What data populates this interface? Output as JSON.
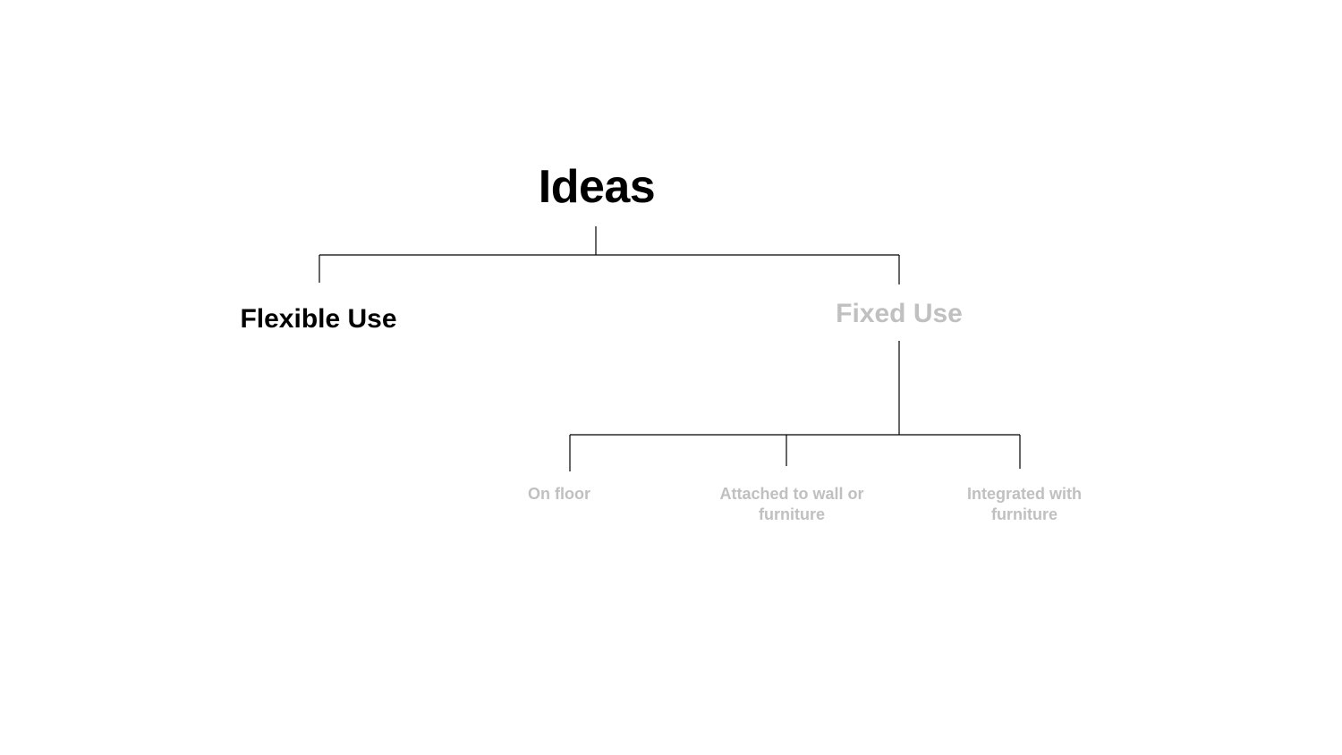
{
  "diagram": {
    "root": {
      "label": "Ideas"
    },
    "branches": [
      {
        "label": "Flexible Use",
        "color": "#000000"
      },
      {
        "label": "Fixed Use",
        "color": "#c0c0c0"
      }
    ],
    "fixed_children": [
      {
        "label": "On floor"
      },
      {
        "label": "Attached to wall or furniture"
      },
      {
        "label": "Integrated with furniture"
      }
    ],
    "connector_color": "#000000",
    "dimmed_color": "#c0c0c0"
  }
}
